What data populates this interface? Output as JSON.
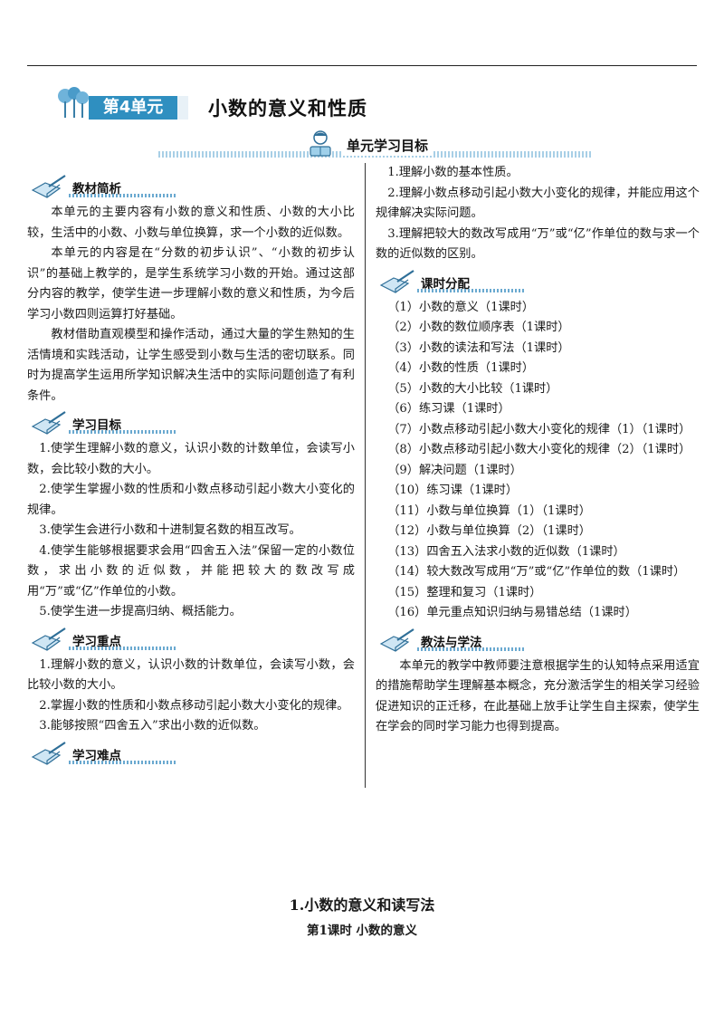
{
  "header": {
    "unit_badge": "第4单元",
    "unit_title": "小数的意义和性质",
    "goal_banner": "单元学习目标"
  },
  "left": {
    "s1": {
      "label": "教材简析",
      "paras": [
        "本单元的主要内容有小数的意义和性质、小数的大小比较，生活中的小数、小数与单位换算，求一个小数的近似数。",
        "本单元的内容是在“分数的初步认识”、“小数的初步认识”的基础上教学的，是学生系统学习小数的开始。通过这部分内容的教学，使学生进一步理解小数的意义和性质，为今后学习小数四则运算打好基础。",
        "教材借助直观模型和操作活动，通过大量的学生熟知的生活情境和实践活动，让学生感受到小数与生活的密切联系。同时为提高学生运用所学知识解决生活中的实际问题创造了有利条件。"
      ]
    },
    "s2": {
      "label": "学习目标",
      "items": [
        "1.使学生理解小数的意义，认识小数的计数单位，会读写小数，会比较小数的大小。",
        "2.使学生掌握小数的性质和小数点移动引起小数大小变化的规律。",
        "3.使学生会进行小数和十进制复名数的相互改写。",
        "4.使学生能够根据要求会用“四舍五入法”保留一定的小数位数，求出小数的近似数，并能把较大的数改写成用“万”或“亿”作单位的小数。",
        "5.使学生进一步提高归纳、概括能力。"
      ]
    },
    "s3": {
      "label": "学习重点",
      "items": [
        "1.理解小数的意义，认识小数的计数单位，会读写小数，会比较小数的大小。",
        "2.掌握小数的性质和小数点移动引起小数大小变化的规律。",
        "3.能够按照“四舍五入”求出小数的近似数。"
      ]
    },
    "s4": {
      "label": "学习难点"
    }
  },
  "right": {
    "top_items": [
      "1.理解小数的基本性质。",
      "2.理解小数点移动引起小数大小变化的规律，并能应用这个规律解决实际问题。",
      "3.理解把较大的数改写成用“万”或“亿”作单位的数与求一个数的近似数的区别。"
    ],
    "s5": {
      "label": "课时分配",
      "items": [
        "（1）小数的意义（1课时）",
        "（2）小数的数位顺序表（1课时）",
        "（3）小数的读法和写法（1课时）",
        "（4）小数的性质（1课时）",
        "（5）小数的大小比较（1课时）",
        "（6）练习课（1课时）",
        "（7）小数点移动引起小数大小变化的规律（1）（1课时）",
        "（8）小数点移动引起小数大小变化的规律（2）（1课时）",
        "（9）解决问题（1课时）",
        "（10）练习课（1课时）",
        "（11）小数与单位换算（1）（1课时）",
        "（12）小数与单位换算（2）（1课时）",
        "（13）四舍五入法求小数的近似数（1课时）",
        "（14）较大数改写成用“万”或“亿”作单位的数（1课时）",
        "（15）整理和复习（1课时）",
        "（16）单元重点知识归纳与易错总结（1课时）"
      ]
    },
    "s6": {
      "label": "教法与学法",
      "para": "本单元的教学中教师要注意根据学生的认知特点采用适宜的措施帮助学生理解基本概念，充分激活学生的相关学习经验促进知识的正迁移，在此基础上放手让学生自主探索，使学生在学会的同时学习能力也得到提高。"
    }
  },
  "lesson": {
    "title": "1.小数的意义和读写法",
    "subtitle": "第1课时  小数的意义"
  }
}
